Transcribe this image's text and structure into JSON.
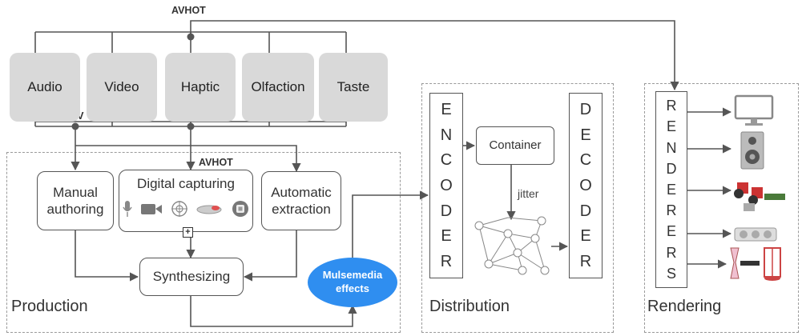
{
  "top_label": "AVHOT",
  "media": [
    "Audio",
    "Video",
    "Haptic",
    "Olfaction",
    "Taste"
  ],
  "av_label": "AV",
  "production": {
    "avhot_label": "AVHOT",
    "manual_authoring": "Manual\nauthoring",
    "digital_capturing": "Digital capturing",
    "capture_icons": [
      "microphone-icon",
      "camera-icon",
      "motion-capture-icon",
      "scent-sensor-icon",
      "haptic-sensor-icon"
    ],
    "automatic_extraction": "Automatic\nextraction",
    "plus_symbol": "+",
    "synthesizing": "Synthesizing",
    "mulsemedia_effects": "Mulsemedia\neffects",
    "label": "Production"
  },
  "distribution": {
    "encoder": [
      "E",
      "N",
      "C",
      "O",
      "D",
      "E",
      "R"
    ],
    "container": "Container",
    "jitter": "jitter",
    "decoder": [
      "D",
      "E",
      "C",
      "O",
      "D",
      "E",
      "R"
    ],
    "label": "Distribution"
  },
  "rendering": {
    "renderers": [
      "R",
      "E",
      "N",
      "D",
      "E",
      "R",
      "E",
      "R",
      "S"
    ],
    "devices": [
      "monitor-icon",
      "speaker-icon",
      "haptic-device-icon",
      "scent-diffuser-icon",
      "taste-device-icon"
    ],
    "label": "Rendering"
  },
  "colors": {
    "mulsemedia": "#2f8ef0",
    "media_box": "#d9d9d9",
    "lines": "#555555"
  }
}
